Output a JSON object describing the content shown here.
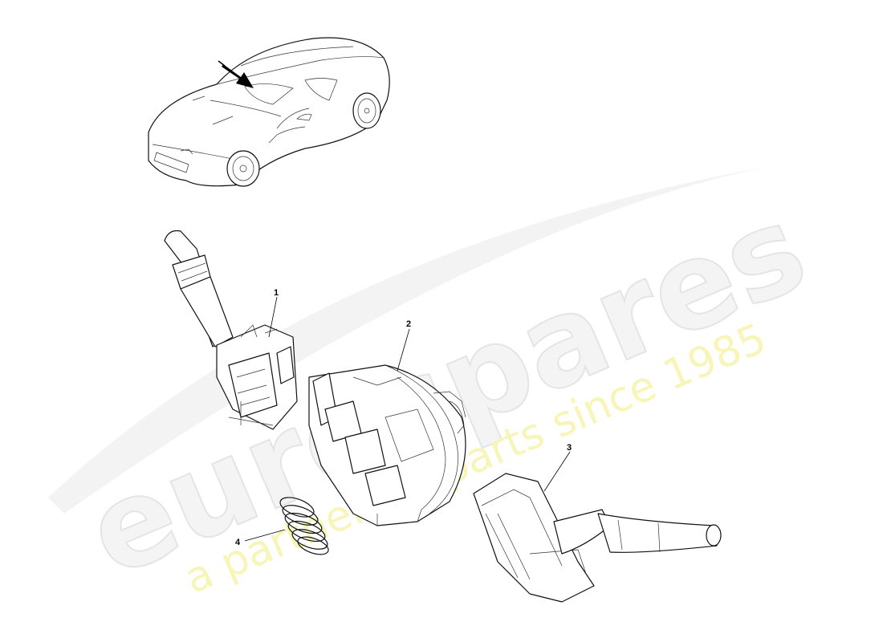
{
  "watermark": {
    "brand": "eurospares",
    "tagline": "a partner for parts since 1985",
    "brand_color": "#f0f0f0",
    "tagline_color": "#f5f3a8"
  },
  "callouts": [
    {
      "id": "1",
      "label": "1"
    },
    {
      "id": "2",
      "label": "2"
    },
    {
      "id": "3",
      "label": "3"
    },
    {
      "id": "4",
      "label": "4"
    }
  ],
  "parts": [
    {
      "callout": "1",
      "icon": "left-stalk-switch-icon"
    },
    {
      "callout": "2",
      "icon": "clockspring-housing-icon"
    },
    {
      "callout": "3",
      "icon": "right-stalk-switch-icon"
    },
    {
      "callout": "4",
      "icon": "coil-spring-icon"
    }
  ],
  "locator": {
    "icon": "car-locator-icon",
    "arrow_icon": "locator-arrow-icon"
  }
}
